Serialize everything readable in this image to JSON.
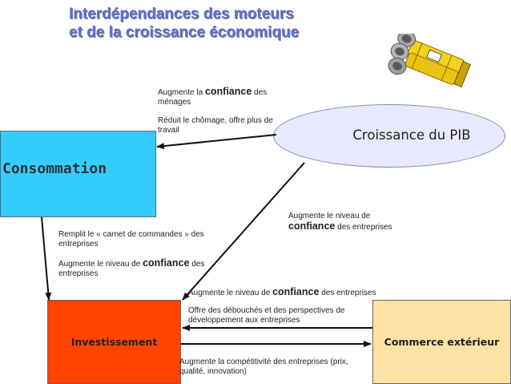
{
  "title": {
    "line1": "Interdépendances des moteurs",
    "line2": "et de la croissance économique"
  },
  "nodes": {
    "consommation": "Consommation",
    "croissance": "Croissance du PIB",
    "investissement": "Investissement",
    "commerce": "Commerce extérieur"
  },
  "labels": {
    "pib_to_conso": {
      "a_pre": "Augmente la ",
      "a_bold": "confiance",
      "a_post": " des ménages",
      "b": "Réduit le chômage, offre plus de travail"
    },
    "pib_to_invest": {
      "pre": "Augmente le niveau de ",
      "bold": "confiance",
      "post": " des entreprises"
    },
    "conso_to_invest": {
      "a": "Remplit le « carnet de commandes » des entreprises",
      "b_pre": "Augmente le niveau de ",
      "b_bold": "confiance",
      "b_post": " des entreprises"
    },
    "commerce_to_invest": {
      "a_pre": "Augmente le niveau de ",
      "a_bold": "confiance",
      "a_post": " des entreprises",
      "b": "Offre des débouchés et des perspectives de développement aux entreprises"
    },
    "invest_to_commerce": "Augmente la compétitivité des entreprises (prix, qualité, innovation)"
  },
  "icon": "rocket-engines-icon"
}
